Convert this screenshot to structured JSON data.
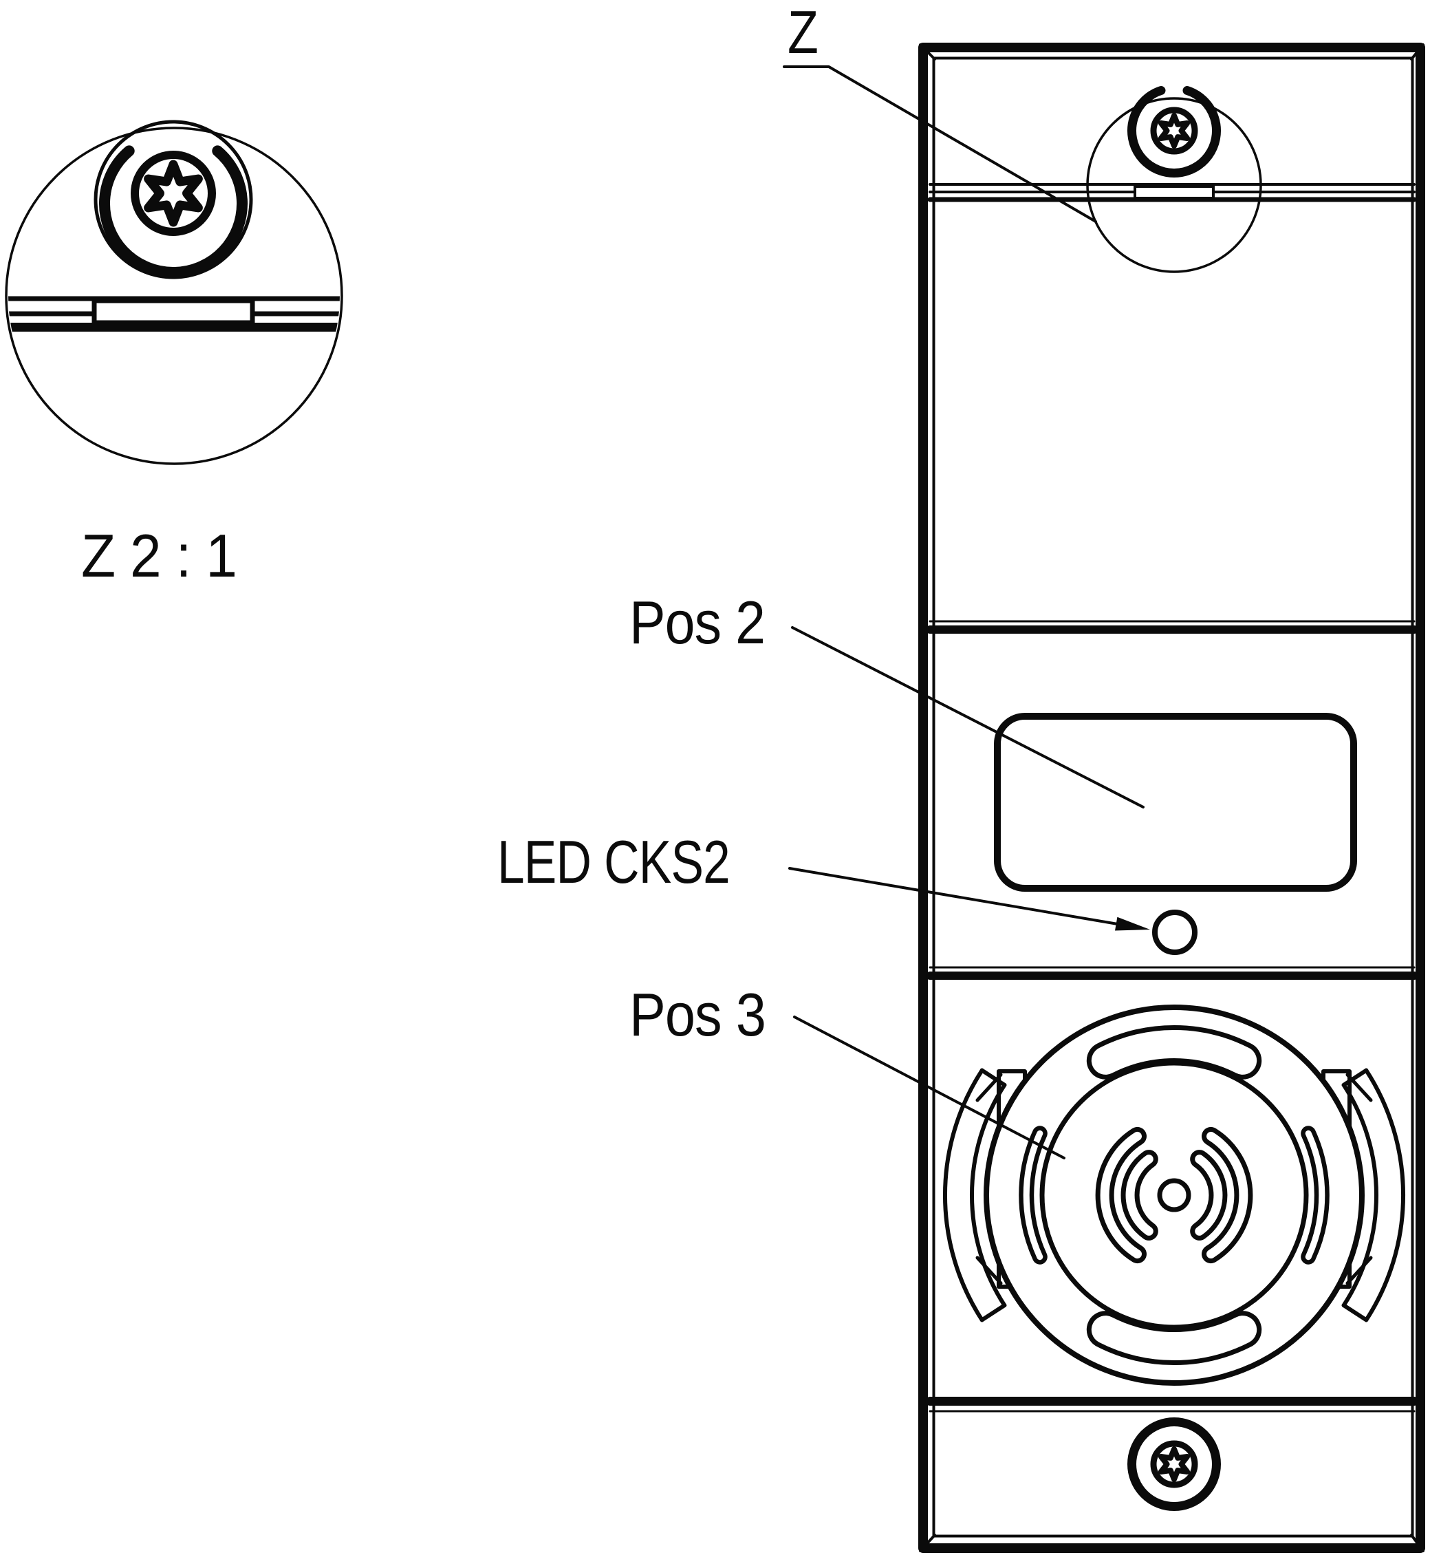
{
  "drawing": {
    "background": "#ffffff",
    "line_color": "#0b0b0b",
    "labels": {
      "detail_callout": "Z",
      "detail_scale": "Z 2 : 1",
      "window_callout": "Pos 2",
      "led_callout": "LED CKS2",
      "speaker_callout": "Pos 3"
    }
  }
}
